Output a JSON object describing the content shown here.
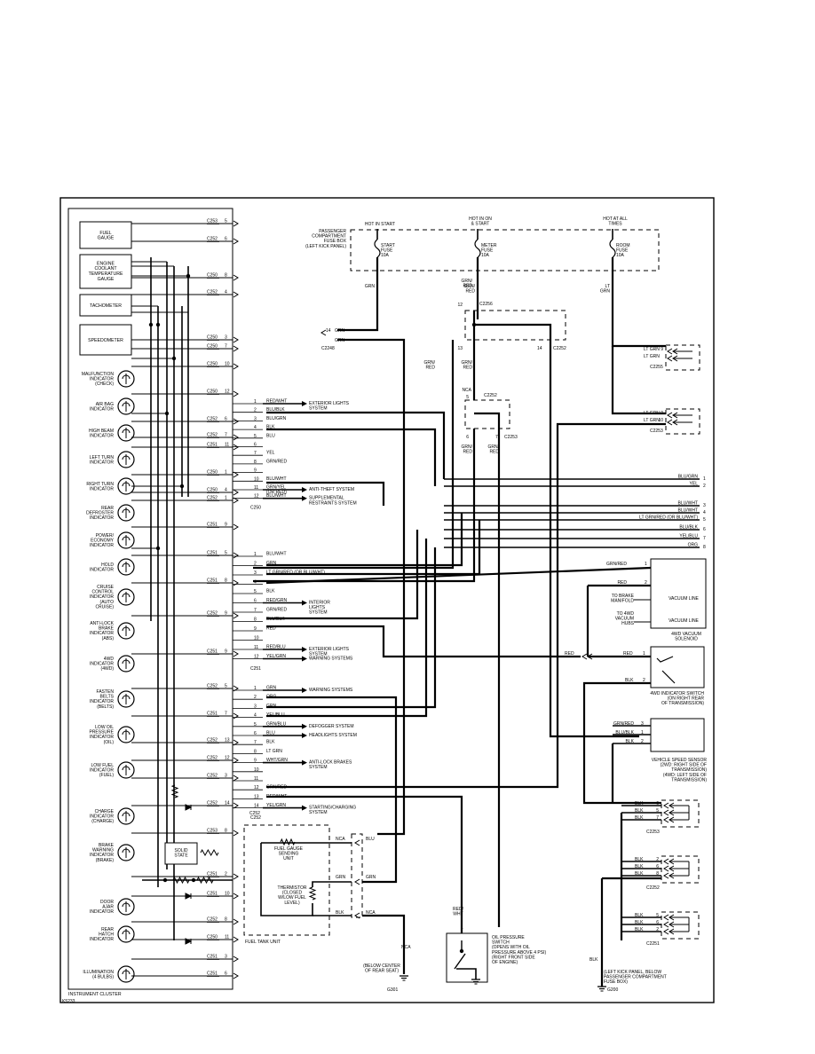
{
  "cluster": {
    "title": "INSTRUMENT CLUSTER",
    "ref": "K5233",
    "gauges": [
      {
        "label": "FUEL\nGAUGE"
      },
      {
        "label": "ENGINE\nCOOLANT\nTEMPERATURE\nGAUGE"
      },
      {
        "label": "TACHOMETER"
      },
      {
        "label": "SPEEDOMETER"
      }
    ],
    "indicators": [
      {
        "label": "MALFUNCTION\nINDICATOR\n(CHECK)"
      },
      {
        "label": "AIR BAG\nINDICATOR"
      },
      {
        "label": "HIGH BEAM\nINDICATOR"
      },
      {
        "label": "LEFT TURN\nINDICATOR"
      },
      {
        "label": "RIGHT TURN\nINDICATOR"
      },
      {
        "label": "REAR\nDEFROSTER\nINDICATOR"
      },
      {
        "label": "POWER/\nECONOMY\nINDICATOR"
      },
      {
        "label": "HOLD\nINDICATOR"
      },
      {
        "label": "CRUISE\nCONTROL\nINDICATOR\n(AUTO\nCRUISE)"
      },
      {
        "label": "ANTI-LOCK\nBRAKE\nINDICATOR\n(ABS)"
      },
      {
        "label": "4WD\nINDICATOR\n(4WD)"
      },
      {
        "label": "FASTEN\nBELTS\nINDICATOR\n(BELTS)"
      },
      {
        "label": "LOW OIL\nPRESSURE\nINDICATOR\n(OIL)"
      },
      {
        "label": "LOW FUEL\nINDICATOR\n(FUEL)"
      },
      {
        "label": "CHARGE\nINDICATOR\n(CHARGE)"
      },
      {
        "label": "BRAKE\nWARNING\nINDICATOR\n(BRAKE)"
      },
      {
        "label": "DOOR\nAJAR\nINDICATOR"
      },
      {
        "label": "REAR\nHATCH\nINDICATOR"
      },
      {
        "label": "ILLUMINATION\n(4 BULBS)"
      }
    ],
    "solid_state": "SOLID\nSTATE",
    "pins": [
      {
        "conn": "C253",
        "pin": "5"
      },
      {
        "conn": "C252",
        "pin": "6"
      },
      {
        "conn": "C250",
        "pin": "8"
      },
      {
        "conn": "C252",
        "pin": "4"
      },
      {
        "conn": "C250",
        "pin": "3"
      },
      {
        "conn": "C250",
        "pin": "7"
      },
      {
        "conn": "C250",
        "pin": "10"
      },
      {
        "conn": "C250",
        "pin": "12"
      },
      {
        "conn": "C252",
        "pin": "6"
      },
      {
        "conn": "C252",
        "pin": "7"
      },
      {
        "conn": "C251",
        "pin": "11"
      },
      {
        "conn": "C250",
        "pin": "1"
      },
      {
        "conn": "C250",
        "pin": "4"
      },
      {
        "conn": "C252",
        "pin": "1"
      },
      {
        "conn": "C251",
        "pin": "9"
      },
      {
        "conn": "C251",
        "pin": "5"
      },
      {
        "conn": "C251",
        "pin": "8"
      },
      {
        "conn": "C252",
        "pin": "9"
      },
      {
        "conn": "C251",
        "pin": "9"
      },
      {
        "conn": "C252",
        "pin": "5"
      },
      {
        "conn": "C251",
        "pin": "7"
      },
      {
        "conn": "C252",
        "pin": "13"
      },
      {
        "conn": "C252",
        "pin": "12"
      },
      {
        "conn": "C252",
        "pin": "3"
      },
      {
        "conn": "C252",
        "pin": "14"
      },
      {
        "conn": "C253",
        "pin": "8"
      },
      {
        "conn": "C251",
        "pin": "2"
      },
      {
        "conn": "C251",
        "pin": "10"
      },
      {
        "conn": "C252",
        "pin": "8"
      },
      {
        "conn": "C250",
        "pin": "11"
      },
      {
        "conn": "C251",
        "pin": "3"
      },
      {
        "conn": "C251",
        "pin": "6"
      }
    ]
  },
  "fusebox": {
    "label": "PASSENGER\nCOMPARTMENT\nFUSE BOX\n(LEFT KICK PANEL)",
    "fuses": [
      {
        "hot": "HOT IN START",
        "label": "START\nFUSE\n10A",
        "wire": "GRN"
      },
      {
        "hot": "HOT IN ON\n& START",
        "label": "METER\nFUSE\n10A",
        "wire": "GRN/\nRED"
      },
      {
        "hot": "HOT AT ALL\nTIMES",
        "label": "ROOM\nFUSE\n10A",
        "wire": "LT\nGRN"
      }
    ]
  },
  "splices": {
    "c2248": {
      "name": "C2248",
      "pin14": "14",
      "w1": "GRN",
      "w2": "GRN"
    },
    "c2256": {
      "name": "C2256",
      "p12": "12",
      "p13": "13",
      "p14": "14",
      "ref": "C2252"
    },
    "c2252": {
      "name": "C2252",
      "nca": "NCA",
      "p5": "5",
      "p6": "6",
      "p7": "7",
      "ref": "C2253"
    },
    "mid_wires": [
      "GRN/\nRED",
      "GRN/\nRED",
      "GRN/\nRED",
      "GRN/\nRED",
      "GRN/\nRED"
    ]
  },
  "c250_conn": "C250",
  "c250_label": "C250",
  "c251_label": "C251",
  "c252_label": "C252",
  "group1": [
    {
      "pin": "1",
      "wire": "RED/WHT",
      "dest": "EXTERIOR LIGHTS\nSYSTEM"
    },
    {
      "pin": "2",
      "wire": "BLU/BLK",
      "dest": ""
    },
    {
      "pin": "3",
      "wire": "BLU/GRN",
      "dest": ""
    },
    {
      "pin": "4",
      "wire": "BLK",
      "dest": ""
    },
    {
      "pin": "5",
      "wire": "BLU",
      "dest": ""
    },
    {
      "pin": "6",
      "wire": "",
      "dest": ""
    },
    {
      "pin": "7",
      "wire": "YEL",
      "dest": ""
    },
    {
      "pin": "8",
      "wire": "GRN/RED",
      "dest": ""
    },
    {
      "pin": "9",
      "wire": "",
      "dest": ""
    },
    {
      "pin": "10",
      "wire": "BLU/WHT",
      "dest": ""
    },
    {
      "pin": "11",
      "wire": "GRN/YEL\n(OR RED)",
      "dest": "ANTI-THEFT SYSTEM"
    },
    {
      "pin": "12",
      "wire": "BLU/WHT",
      "dest": "SUPPLEMENTAL\nRESTRAINTS SYSTEM"
    }
  ],
  "group2": [
    {
      "pin": "1",
      "wire": "BLU/WHT",
      "dest": ""
    },
    {
      "pin": "2",
      "wire": "GRN",
      "dest": ""
    },
    {
      "pin": "3",
      "wire": "LT GRN/RED (OR BLU/WHT)",
      "dest": ""
    },
    {
      "pin": "4",
      "wire": "",
      "dest": ""
    },
    {
      "pin": "5",
      "wire": "BLK",
      "dest": ""
    },
    {
      "pin": "6",
      "wire": "RED/GRN",
      "dest": "INTERIOR\nLIGHTS\nSYSTEM"
    },
    {
      "pin": "7",
      "wire": "GRN/RED",
      "dest": ""
    },
    {
      "pin": "8",
      "wire": "BLU/BLK",
      "dest": ""
    },
    {
      "pin": "9",
      "wire": "RED",
      "dest": ""
    },
    {
      "pin": "10",
      "wire": "",
      "dest": ""
    },
    {
      "pin": "11",
      "wire": "RED/BLU",
      "dest": "EXTERIOR LIGHTS\nSYSTEM"
    },
    {
      "pin": "12",
      "wire": "YEL/GRN",
      "dest": "WARNING SYSTEMS"
    }
  ],
  "group3": [
    {
      "pin": "1",
      "wire": "GRN",
      "dest": "WARNING SYSTEMS"
    },
    {
      "pin": "2",
      "wire": "ORG",
      "dest": ""
    },
    {
      "pin": "3",
      "wire": "GRN",
      "dest": ""
    },
    {
      "pin": "4",
      "wire": "YEL/BLU",
      "dest": ""
    },
    {
      "pin": "5",
      "wire": "GRN/BLU",
      "dest": "DEFOGGER SYSTEM"
    },
    {
      "pin": "6",
      "wire": "BLU",
      "dest": "HEADLIGHTS SYSTEM"
    },
    {
      "pin": "7",
      "wire": "BLK",
      "dest": ""
    },
    {
      "pin": "8",
      "wire": "LT GRN",
      "dest": ""
    },
    {
      "pin": "9",
      "wire": "WHT/GRN",
      "dest": "ANTI-LOCK BRAKES\nSYSTEM"
    },
    {
      "pin": "10",
      "wire": "",
      "dest": ""
    },
    {
      "pin": "11",
      "wire": "",
      "dest": ""
    },
    {
      "pin": "12",
      "wire": "GRN/RED",
      "dest": ""
    },
    {
      "pin": "13",
      "wire": "RED/WHT",
      "dest": ""
    },
    {
      "pin": "14",
      "wire": "YEL/GRN",
      "dest": "STARTING/CHARGING\nSYSTEM"
    }
  ],
  "right_connector": [
    {
      "wire": "BLU/GRN",
      "pin": "1"
    },
    {
      "wire": "YEL",
      "pin": "2"
    },
    {
      "wire": "BLU/WHT",
      "pin": "3"
    },
    {
      "wire": "BLU/WHT",
      "pin": "4"
    },
    {
      "wire": "LT GRN/RED (OR BLU/WHT)",
      "pin": "5"
    },
    {
      "wire": "BLU/BLK",
      "pin": "6"
    },
    {
      "wire": "YEL/BLU",
      "pin": "7"
    },
    {
      "wire": "ORG",
      "pin": "8"
    }
  ],
  "c2255": {
    "name": "C2255",
    "rows": [
      {
        "wire": "LT GRN",
        "pin": "9"
      },
      {
        "wire": "LT GRN",
        "pin": ""
      }
    ]
  },
  "c2253": {
    "name": "C2253",
    "rows": [
      {
        "wire": "LT GRN",
        "pin": "9"
      },
      {
        "wire": "LT GRN",
        "pin": "10"
      }
    ]
  },
  "vacuum": {
    "title": "4WD VACUUM\nSOLENOID",
    "p1": "GRN/RED",
    "n1": "1",
    "p2": "RED",
    "n2": "2",
    "to_brake": "TO BRAKE\nMANIFOLD",
    "to_hubs": "TO 4WD\nVACUUM\nHUBS",
    "line": "VACUUM LINE"
  },
  "switch4wd": {
    "title": "4WD INDICATOR SWITCH\n(ON RIGHT REAR\nOF TRANSMISSION)",
    "red": "RED",
    "red2": "RED",
    "n1": "1",
    "blk": "BLK",
    "n2": "2"
  },
  "vss": {
    "title": "VEHICLE SPEED SENSOR\n(2WD: RIGHT SIDE OF\nTRANSMISSION)\n(4WD: LEFT SIDE OF\nTRANSMISSION)",
    "rows": [
      {
        "wire": "GRN/RED",
        "pin": "3"
      },
      {
        "wire": "BLU/BLK",
        "pin": "1"
      },
      {
        "wire": "BLK",
        "pin": "2"
      }
    ]
  },
  "ground_conns": [
    {
      "name": "C2253",
      "rows": [
        {
          "wire": "BLK",
          "pin": "6"
        },
        {
          "wire": "BLK",
          "pin": "5"
        },
        {
          "wire": "BLK",
          "pin": "7"
        }
      ]
    },
    {
      "name": "C2252",
      "rows": [
        {
          "wire": "BLK",
          "pin": "2"
        },
        {
          "wire": "BLK",
          "pin": "6"
        },
        {
          "wire": "BLK",
          "pin": "8"
        }
      ]
    },
    {
      "name": "C2251",
      "rows": [
        {
          "wire": "BLK",
          "pin": "5"
        },
        {
          "wire": "BLK",
          "pin": "6"
        },
        {
          "wire": "BLK",
          "pin": "2"
        }
      ]
    }
  ],
  "ground_right": {
    "wire": "BLK",
    "label": "(LEFT KICK PANEL, BELOW\nPASSENGER COMPARTMENT\nFUSE BOX)",
    "g": "G200"
  },
  "fuel_tank": {
    "title": "FUEL TANK UNIT",
    "sender": "FUEL GAUGE\nSENDING\nUNIT",
    "thermistor": "THERMISTOR\n(CLOSED\nW/LOW FUEL\nLEVEL)",
    "nca1": "NCA",
    "blu": "BLU",
    "grn1": "GRN",
    "grn2": "GRN",
    "blk": "BLK",
    "nca2": "NCA",
    "c_label": "C252"
  },
  "ground_seat": {
    "nca": "NCA",
    "label": "(BELOW CENTER\nOF REAR SEAT)",
    "g": "G301"
  },
  "oil_switch": {
    "wire": "RED/\nWHT",
    "pin": "1",
    "title": "OIL PRESSURE\nSWITCH\n(OPENS WITH OIL\nPRESSURE ABOVE 4 PSI)\n(RIGHT FRONT SIDE\nOF ENGINE)"
  }
}
